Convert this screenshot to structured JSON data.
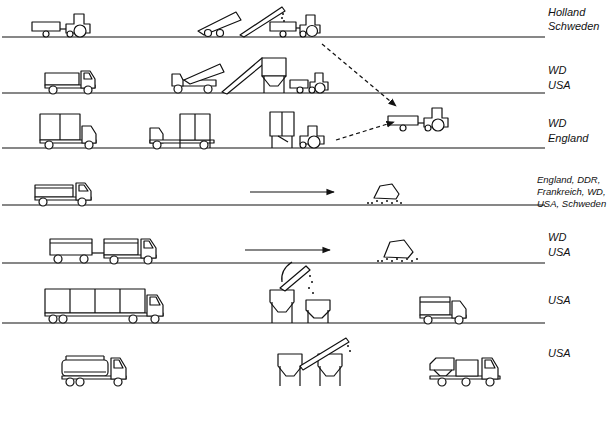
{
  "diagram": {
    "labels": [
      "Holland",
      "Schweden",
      "WD",
      "USA",
      "WD",
      "England",
      "England, DDR,",
      "Frankreich, WD,",
      "USA, Schweden",
      "WD",
      "USA",
      "USA",
      "USA"
    ]
  }
}
